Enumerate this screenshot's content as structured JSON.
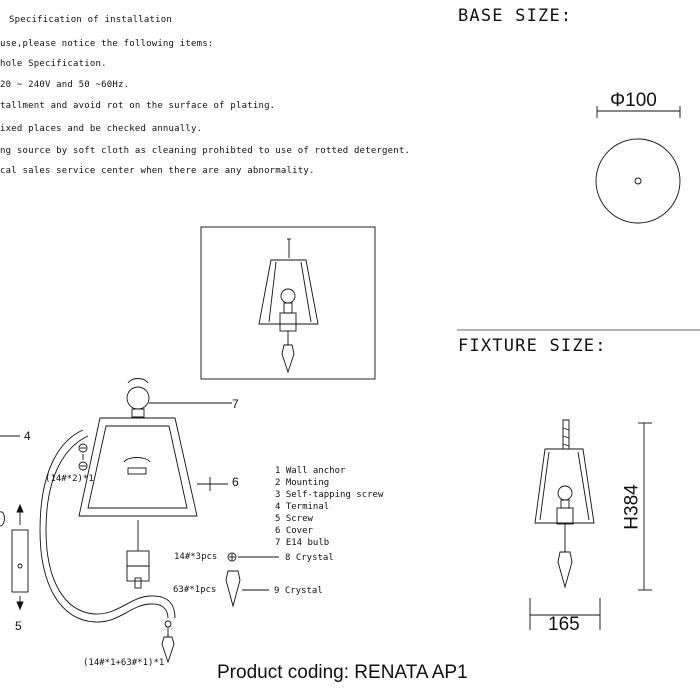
{
  "spec": {
    "title": "Specification of installation",
    "lines": [
      "use,please notice the following items:",
      "hole Specification.",
      "20 ~ 240V and 50 ~60Hz.",
      "tallment and avoid rot on the surface of plating.",
      "ixed places and be checked annually.",
      "ng source by soft cloth as cleaning prohibted to use of rotted detergent.",
      "cal sales service center when there are any abnormality."
    ]
  },
  "base": {
    "header": "BASE SIZE:",
    "diameter": "Φ100"
  },
  "fixture": {
    "header": "FIXTURE SIZE:",
    "height": "H384",
    "width": "165"
  },
  "callouts": {
    "n4": "4",
    "n5": "5",
    "n6": "6",
    "n7": "7",
    "n8": "8 Crystal",
    "n9": "9 Crystal",
    "qty_14_2": "(14#*2)*1",
    "qty_14_3": "14#*3pcs",
    "qty_63_1": "63#*1pcs",
    "qty_combo": "(14#*1+63#*1)*1"
  },
  "parts": [
    "1 Wall anchor",
    "2 Mounting",
    "3 Self-tapping screw",
    "4 Terminal",
    "5 Screw",
    "6 Cover",
    "7 E14 bulb"
  ],
  "footer": "Product coding: RENATA AP1"
}
